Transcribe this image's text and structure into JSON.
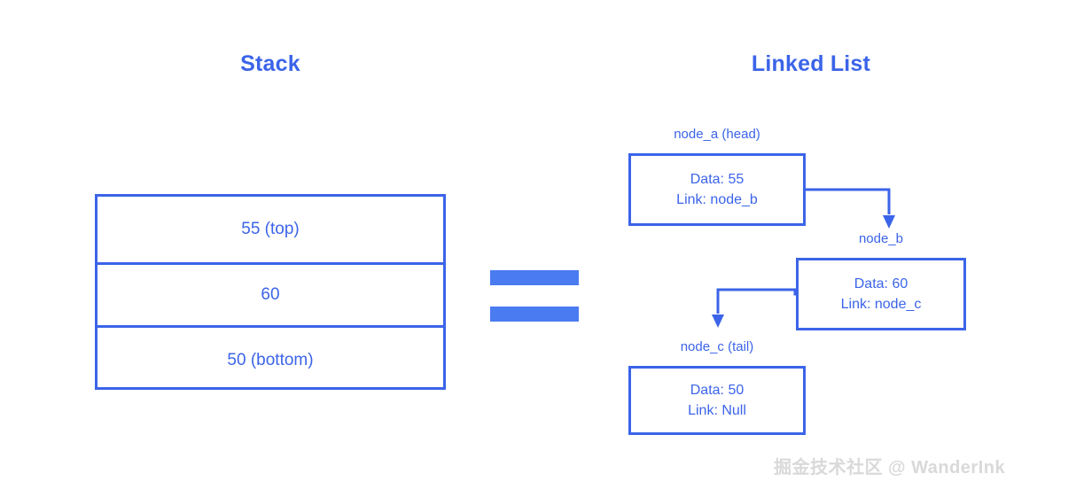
{
  "diagram": {
    "accent_color": "#3b64e8",
    "equals_color": "#4a7bf0",
    "background": "#ffffff",
    "watermark": "掘金技术社区 @ WanderInk"
  },
  "stack": {
    "title": "Stack",
    "rows": [
      {
        "label": "55 (top)"
      },
      {
        "label": "60"
      },
      {
        "label": "50 (bottom)"
      }
    ]
  },
  "equality": {
    "symbol": "=",
    "meaning": "equivalent"
  },
  "linked_list": {
    "title": "Linked List",
    "nodes": [
      {
        "label": "node_a (head)",
        "data_line": "Data: 55",
        "link_line": "Link: node_b"
      },
      {
        "label": "node_b",
        "data_line": "Data: 60",
        "link_line": "Link: node_c"
      },
      {
        "label": "node_c (tail)",
        "data_line": "Data: 50",
        "link_line": "Link: Null"
      }
    ],
    "arrows": [
      {
        "from": "node_a",
        "to": "node_b"
      },
      {
        "from": "node_b",
        "to": "node_c"
      }
    ]
  }
}
